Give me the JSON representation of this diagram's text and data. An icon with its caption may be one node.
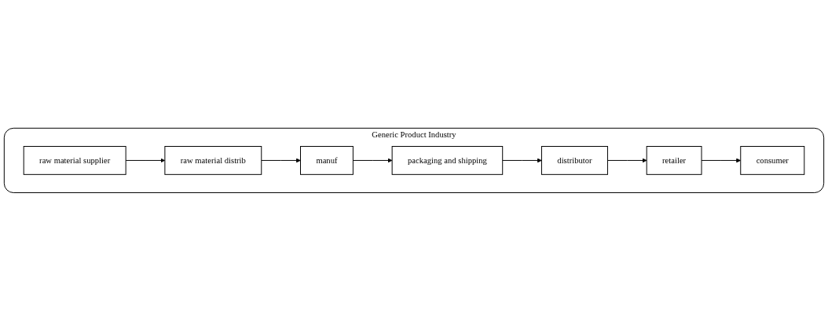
{
  "diagram": {
    "nodes": [
      {
        "text": [
          "Generic Product Industry"
        ]
      },
      {
        "text": [
          "raw material supplier"
        ],
        "in": 0
      },
      {
        "text": [
          "raw material distrib"
        ],
        "in": 0
      },
      {
        "text": [
          "manuf"
        ],
        "in": 0
      },
      {
        "text": [
          "packaging and shipping"
        ],
        "in": 0
      },
      {
        "text": [
          "distributor"
        ],
        "in": 0
      },
      {
        "text": [
          "retailer"
        ],
        "in": 0
      },
      {
        "text": [
          "consumer"
        ],
        "in": 0
      }
    ],
    "edges": [
      {
        "from": 1,
        "to": 2,
        "arrow": "to"
      },
      {
        "from": 2,
        "to": 3,
        "arrow": "to"
      },
      {
        "from": 3,
        "to": 4,
        "arrow": "to"
      },
      {
        "from": 4,
        "to": 5,
        "arrow": "to"
      },
      {
        "from": 5,
        "to": 6,
        "arrow": "to"
      },
      {
        "from": 6,
        "to": 7,
        "arrow": "to"
      }
    ]
  }
}
